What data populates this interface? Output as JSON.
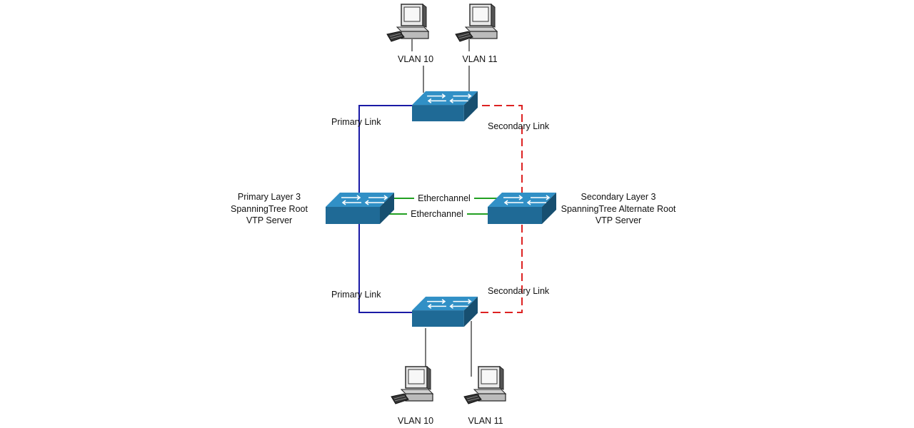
{
  "colors": {
    "primary_link": "#1a1aa6",
    "secondary_link": "#dd2222",
    "etherchannel": "#22a022",
    "access_link": "#333333",
    "switch_top": "#2f86b8",
    "switch_front": "#1f6a96",
    "switch_side": "#174f70"
  },
  "pcs": {
    "top_left": {
      "label": "VLAN 10"
    },
    "top_right": {
      "label": "VLAN 11"
    },
    "bottom_left": {
      "label": "VLAN 10"
    },
    "bottom_right": {
      "label": "VLAN 11"
    }
  },
  "links": {
    "primary_top": "Primary Link",
    "primary_bottom": "Primary Link",
    "secondary_top": "Secondary Link",
    "secondary_bottom": "Secondary Link",
    "etherchannel_1": "Etherchannel",
    "etherchannel_2": "Etherchannel"
  },
  "primary_core": {
    "line1": "Primary Layer 3",
    "line2": "SpanningTree Root",
    "line3": "VTP Server"
  },
  "secondary_core": {
    "line1": "Secondary Layer 3",
    "line2": "SpanningTree Alternate Root",
    "line3": "VTP Server"
  },
  "icons": {
    "switch": "switch-icon",
    "pc": "computer-icon"
  }
}
